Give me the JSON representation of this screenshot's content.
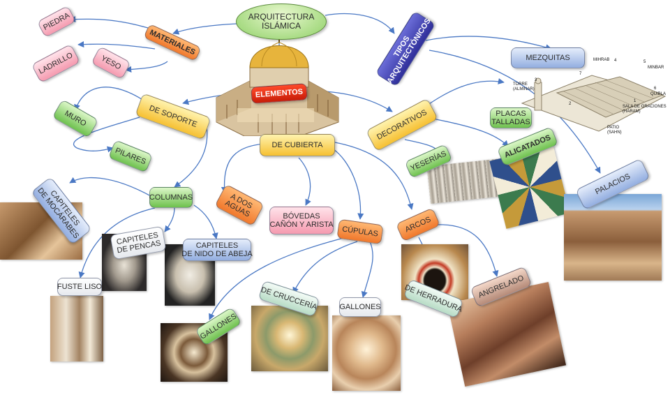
{
  "root": {
    "lines": [
      "ARQUITECTURA",
      "ISLÁMICA"
    ]
  },
  "nodes": {
    "materiales": "MATERIALES",
    "piedra": "PIEDRA",
    "ladrillo": "LADRILLO",
    "yeso": "YESO",
    "elementos": "ELEMENTOS",
    "tipos": [
      "TIPOS",
      "ARQUITECTÓNICOS"
    ],
    "mezquitas": "MEZQUITAS",
    "palacios": "PALACIOS",
    "de_soporte": "DE SOPORTE",
    "muro": "MURO",
    "pilares": "PILARES",
    "columnas": "COLUMNAS",
    "capiteles_mocarabes": [
      "CAPITELES",
      "DE MOCÁRABES"
    ],
    "capiteles_pencas": [
      "CAPITELES",
      "DE PENCAS"
    ],
    "capiteles_nido": [
      "CAPITELES",
      "DE NIDO DE ABEJA"
    ],
    "fuste_liso": "FUSTE LISO",
    "de_cubierta": "DE CUBIERTA",
    "a_dos_aguas": [
      "A DOS",
      "AGUAS"
    ],
    "bovedas": [
      "BÓVEDAS",
      "CAÑÓN Y ARISTA"
    ],
    "cupulas": "CÚPULAS",
    "gallones_1": "GALLONES",
    "de_cruceria": "DE CRUCCERÍA",
    "gallones_2": "GALLONES",
    "arcos": "ARCOS",
    "de_herradura": "DE HERRADURA",
    "angrelado": "ANGRELADO",
    "decorativos": "DECORATIVOS",
    "placas_talladas": [
      "PLACAS",
      "TALLADAS"
    ],
    "alicatados": "ALICATADOS",
    "yeserias": "YESERÍAS"
  },
  "mosque_plan_labels": {
    "mihrab": "MIHRAB",
    "minbar": "MINBAR",
    "torre": [
      "TORRE",
      "(ALMINAR)"
    ],
    "quibla": "QUIBLA",
    "sala": [
      "SALA DE ORACIONES",
      "(HARAM)"
    ],
    "patio": [
      "PATIO",
      "(SAHN)"
    ],
    "n1": "1",
    "n2": "2",
    "n3": "3",
    "n4": "4",
    "n5": "5",
    "n6": "6",
    "n7": "7"
  },
  "colors": {
    "connector": "#4a78c4",
    "pink": "#f59aaf",
    "orange": "#f0782c",
    "yellow": "#f6c032",
    "green": "#6ec14e",
    "blue": "#93aee0",
    "purple": "#2f2f9a",
    "red": "#c81c08"
  }
}
